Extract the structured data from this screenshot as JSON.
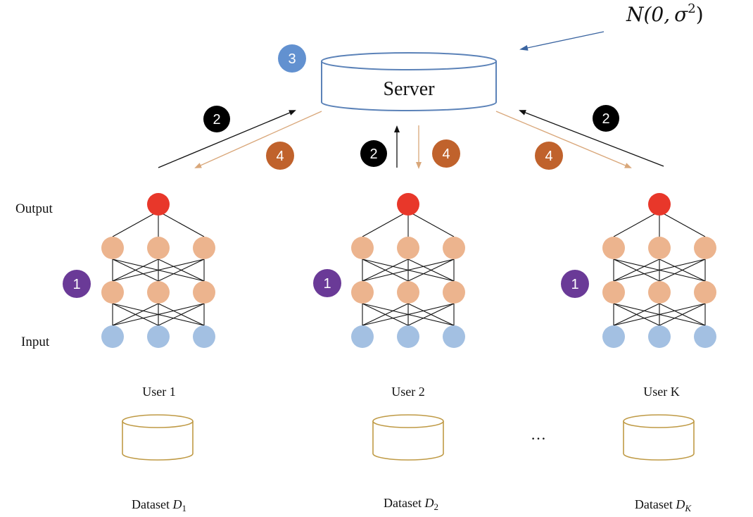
{
  "title": "Federated learning with differential privacy",
  "server": {
    "label": "Server",
    "noise_label": "N(0, σ²)",
    "noise_prefix": "N(0,",
    "noise_sigma": "σ",
    "noise_exp": "2",
    "noise_suffix": ")"
  },
  "layer_labels": {
    "output": "Output",
    "input": "Input"
  },
  "ellipsis": "…",
  "steps": {
    "local_training": "1",
    "upload": "2",
    "aggregate_noise": "3",
    "broadcast": "4"
  },
  "colors": {
    "server_stroke": "#5b82b8",
    "dataset_stroke": "#bf9a45",
    "output_node": "#e8372a",
    "hidden_node": "#ecb48e",
    "input_node": "#a3c0e2",
    "badge_1": "#6a3a97",
    "badge_2": "#000000",
    "badge_3": "#6291d0",
    "badge_4": "#c0622c",
    "upload_arrow": "#111111",
    "broadcast_arrow": "#d9a77a",
    "noise_arrow": "#3a64a0"
  },
  "users": [
    {
      "name": "User 1",
      "dataset_prefix": "Dataset ",
      "dataset_var": "D",
      "dataset_sub": "1"
    },
    {
      "name": "User 2",
      "dataset_prefix": "Dataset ",
      "dataset_var": "D",
      "dataset_sub": "2"
    },
    {
      "name": "User K",
      "dataset_prefix": "Dataset ",
      "dataset_var": "D",
      "dataset_sub": "K"
    }
  ],
  "network": {
    "layers": [
      1,
      3,
      3,
      3
    ]
  }
}
